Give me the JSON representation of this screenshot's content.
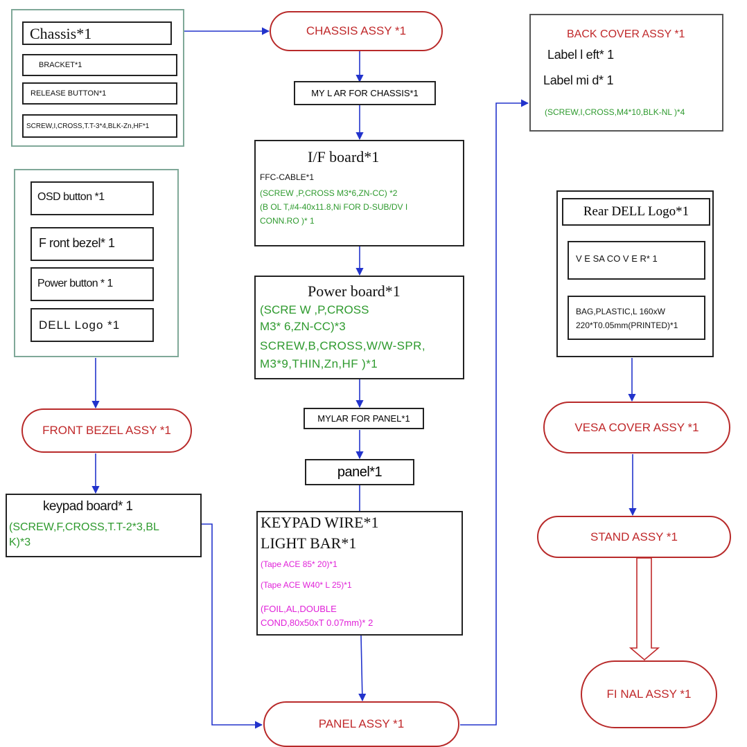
{
  "left_top": {
    "chassis": "Chassis*1",
    "bracket": "BRACKET*1",
    "release_button": "RELEASE BUTTON*1",
    "screw": "SCREW,I,CROSS,T.T-3*4,BLK-Zn,HF*1"
  },
  "left_mid": {
    "osd_button": "OSD button *1",
    "front_bezel": "F ront bezel* 1",
    "power_button": "Power button * 1",
    "dell_logo": "DELL Logo *1"
  },
  "front_bezel_assy": "FRONT BEZEL ASSY *1",
  "keypad_board": {
    "title": "keypad board* 1",
    "screw_line1": "(SCREW,F,CROSS,T.T-2*3,BL",
    "screw_line2": "K)*3"
  },
  "chassis_assy": "CHASSIS ASSY *1",
  "mylar_chassis": "MY L AR FOR CHASSIS*1",
  "if_board": {
    "title": "I/F board*1",
    "ffc": "FFC-CABLE*1",
    "line1": "(SCREW ,P,CROSS M3*6,ZN-CC) *2",
    "line2": "(B OL T,#4-40x11.8,Ni FOR D-SUB/DV I",
    "line3": "CONN.RO )* 1"
  },
  "power_board": {
    "title": "Power board*1",
    "line1": "(SCRE W ,P,CROSS",
    "line2": "M3* 6,ZN-CC)*3",
    "line3": "SCREW,B,CROSS,W/W-SPR,",
    "line4": "M3*9,THIN,Zn,HF   )*1"
  },
  "mylar_panel": "MYLAR FOR PANEL*1",
  "panel": "panel*1",
  "keypad_wire": {
    "line1": "KEYPAD WIRE*1",
    "line2": "LIGHT BAR*1",
    "tape1": "(Tape ACE  85* 20)*1",
    "tape2": "(Tape ACE  W40* L 25)*1",
    "foil1": "(FOIL,AL,DOUBLE",
    "foil2": "COND,80x50xT 0.07mm)* 2"
  },
  "panel_assy": "PANEL ASSY *1",
  "back_cover": {
    "title": "BACK COVER  ASSY *1",
    "label_left": "Label l eft* 1",
    "label_mid": "Label  mi d* 1",
    "screw": "(SCREW,I,CROSS,M4*10,BLK-NL  )*4"
  },
  "rear_logo": {
    "title": "Rear DELL Logo*1",
    "vesa_cover": "V E SA  CO V E R* 1",
    "bag1": "BAG,PLASTIC,L 160xW",
    "bag2": "220*T0.05mm(PRINTED)*1"
  },
  "vesa_cover_assy": "VESA COVER ASSY *1",
  "stand_assy": "STAND ASSY *1",
  "final_assy": "FI NAL  ASSY *1",
  "colors": {
    "connector": "#2233cc",
    "assy_red": "#c0282a",
    "note_green": "#2e9a2e",
    "note_magenta": "#e020d8",
    "frame": "#7fa898"
  }
}
